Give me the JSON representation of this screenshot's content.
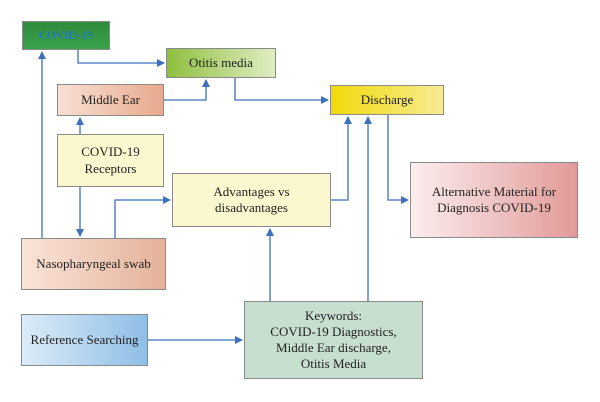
{
  "nodes": {
    "covid19": "COVID-19",
    "otitis_media": "Otitis media",
    "middle_ear": "Middle Ear",
    "discharge": "Discharge",
    "covid19_receptors": "COVID-19\nReceptors",
    "advantages": "Advantages vs\ndisadvantages",
    "alternative_material": "Alternative Material for\nDiagnosis COVID-19",
    "nasopharyngeal_swab": "Nasopharyngeal swab",
    "reference_searching": "Reference Searching",
    "keywords": "Keywords:\nCOVID-19 Diagnostics,\nMiddle Ear discharge,\nOtitis Media"
  },
  "colors": {
    "arrow": "#3f6fbf",
    "border": "#8a8a8a"
  }
}
